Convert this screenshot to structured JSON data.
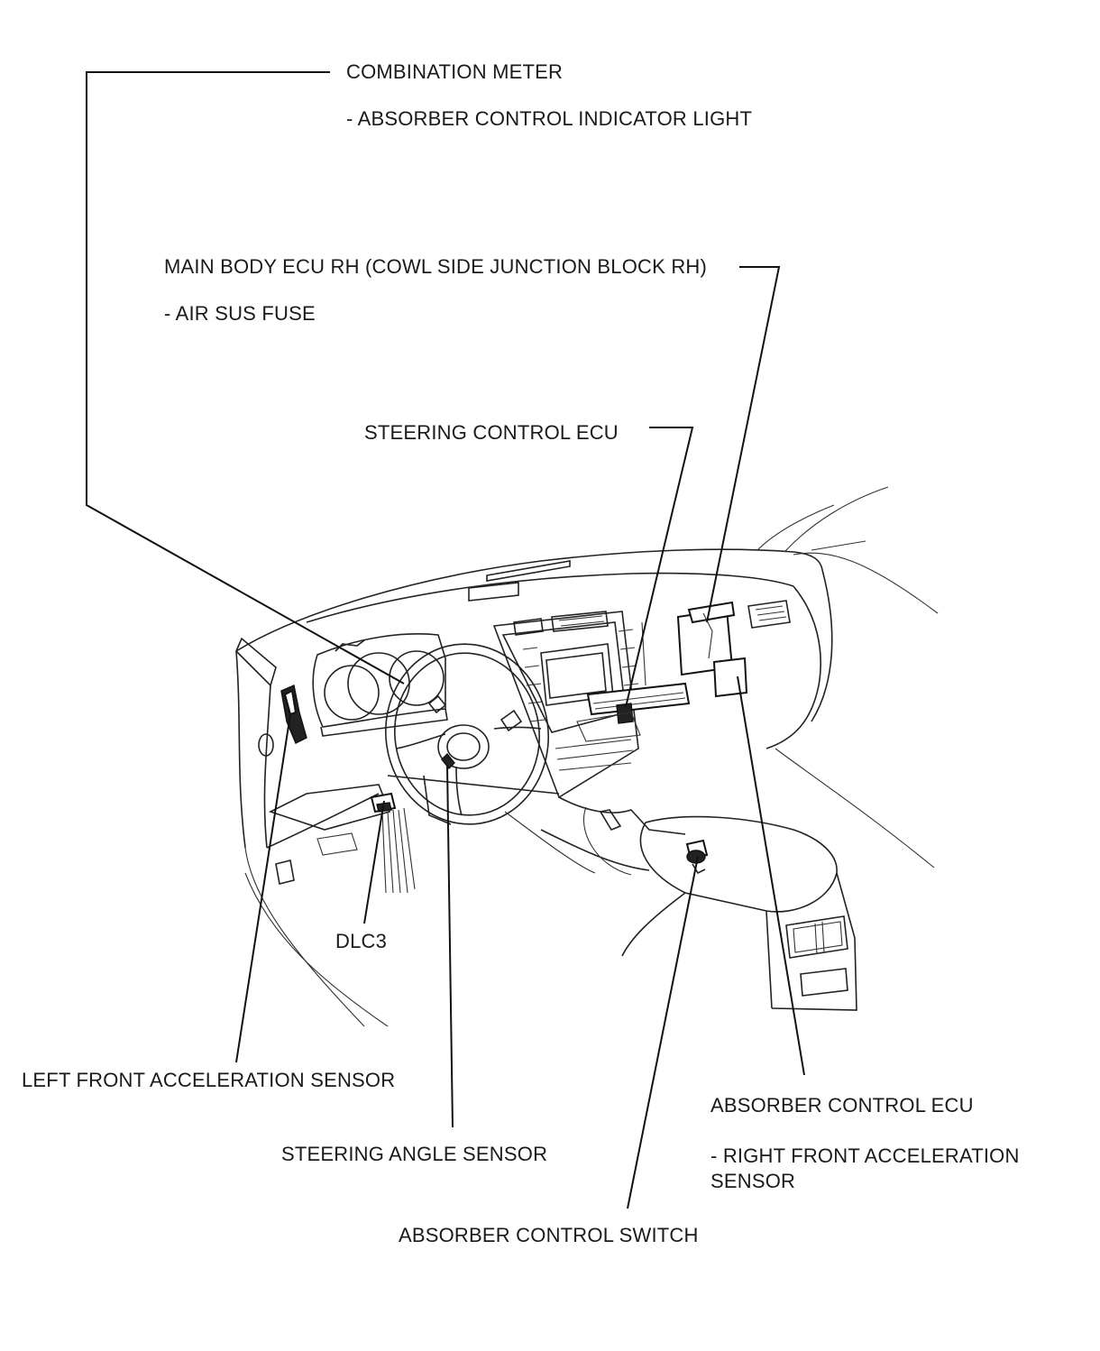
{
  "labels": {
    "combination_meter": "COMBINATION METER",
    "absorber_indicator_light": "- ABSORBER CONTROL INDICATOR LIGHT",
    "main_body_ecu": "MAIN BODY ECU RH (COWL SIDE JUNCTION BLOCK RH)",
    "air_sus_fuse": "- AIR SUS FUSE",
    "steering_control_ecu": "STEERING CONTROL ECU",
    "dlc3": "DLC3",
    "left_front_accel_sensor": "LEFT FRONT ACCELERATION SENSOR",
    "steering_angle_sensor": "STEERING ANGLE SENSOR",
    "absorber_control_ecu": "ABSORBER CONTROL ECU",
    "right_front_accel_sensor_1": "- RIGHT FRONT ACCELERATION",
    "right_front_accel_sensor_2": "SENSOR",
    "absorber_control_switch": "ABSORBER CONTROL SWITCH"
  }
}
